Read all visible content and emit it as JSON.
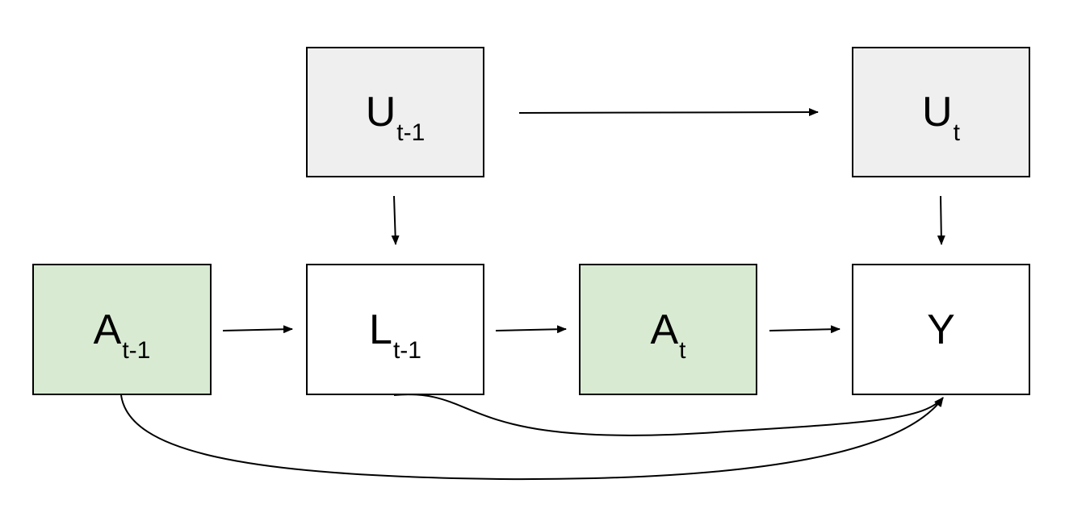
{
  "colors": {
    "treatment_fill": "#d9ead3",
    "unobserved_fill": "#efefef",
    "observed_fill": "#ffffff",
    "stroke": "#000000"
  },
  "nodes": {
    "u_prev": {
      "main": "U",
      "sub": "t-1",
      "kind": "unobserved"
    },
    "u_curr": {
      "main": "U",
      "sub": "t",
      "kind": "unobserved"
    },
    "a_prev": {
      "main": "A",
      "sub": "t-1",
      "kind": "treatment"
    },
    "l_prev": {
      "main": "L",
      "sub": "t-1",
      "kind": "observed"
    },
    "a_curr": {
      "main": "A",
      "sub": "t",
      "kind": "treatment"
    },
    "y": {
      "main": "Y",
      "sub": "",
      "kind": "observed"
    }
  },
  "edges": [
    {
      "from": "U_t-1",
      "to": "U_t"
    },
    {
      "from": "U_t-1",
      "to": "L_t-1"
    },
    {
      "from": "U_t",
      "to": "Y"
    },
    {
      "from": "A_t-1",
      "to": "L_t-1"
    },
    {
      "from": "L_t-1",
      "to": "A_t"
    },
    {
      "from": "A_t",
      "to": "Y"
    },
    {
      "from": "L_t-1",
      "to": "Y"
    },
    {
      "from": "A_t-1",
      "to": "Y"
    }
  ]
}
